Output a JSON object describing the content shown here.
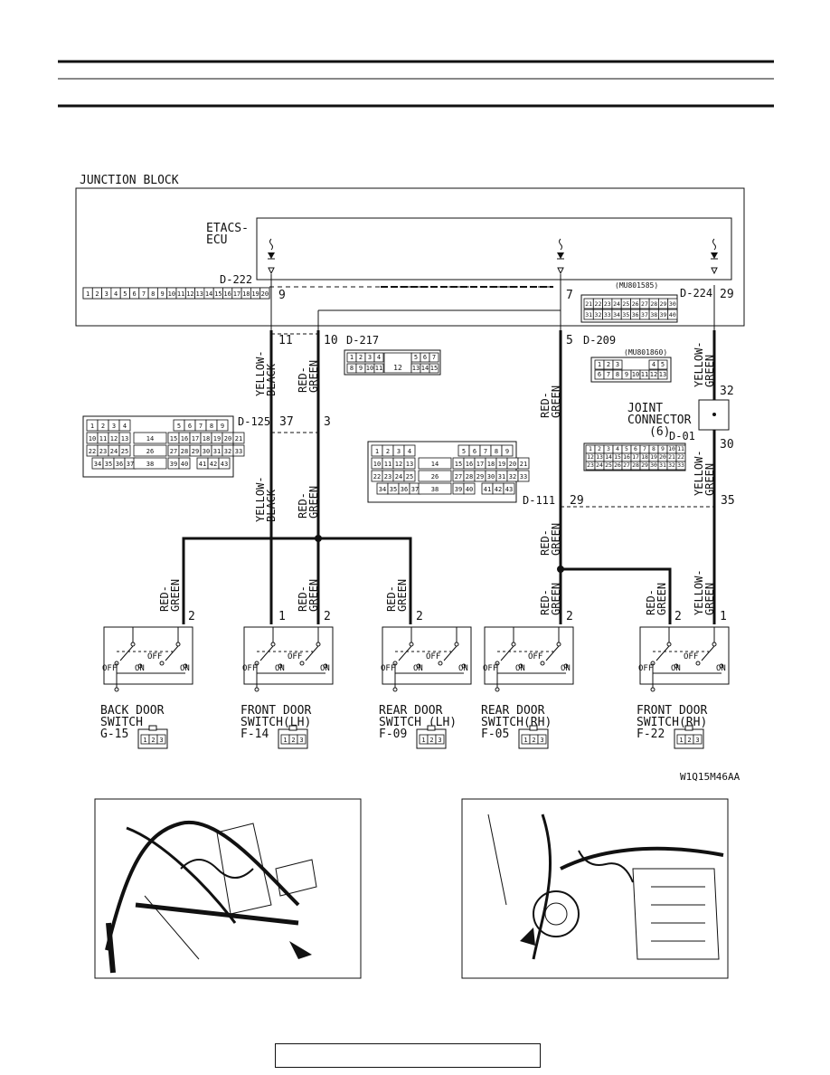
{
  "junction_block": {
    "title": "JUNCTION BLOCK",
    "ecu_label_1": "ETACS-",
    "ecu_label_2": "ECU",
    "connector_d222": "D-222",
    "connector_d222_pins": [
      "1",
      "2",
      "3",
      "4",
      "5",
      "6",
      "7",
      "8",
      "9",
      "10",
      "11",
      "12",
      "13",
      "14",
      "15",
      "16",
      "17",
      "18",
      "19",
      "20"
    ],
    "connector_d224": "D-224",
    "part_no_top": "(MU801585)",
    "d224_row1": [
      "21",
      "22",
      "23",
      "24",
      "25",
      "26",
      "27",
      "28",
      "29",
      "30"
    ],
    "d224_row2": [
      "31",
      "32",
      "33",
      "34",
      "35",
      "36",
      "37",
      "38",
      "39",
      "40"
    ]
  },
  "pins": {
    "p9": "9",
    "p7": "7",
    "p29": "29",
    "p11": "11",
    "p10": "10",
    "p5": "5",
    "p37": "37",
    "p3": "3",
    "p32": "32",
    "p30": "30",
    "p29b": "29",
    "p35": "35",
    "sw2": "2",
    "sw1": "1"
  },
  "connectors": {
    "d217": "D-217",
    "d217_row1": [
      "1",
      "2",
      "3",
      "4",
      "5",
      "6",
      "7"
    ],
    "d217_mid": "12",
    "d217_row2": [
      "8",
      "9",
      "10",
      "11",
      "13",
      "14",
      "15"
    ],
    "d209": "D-209",
    "part_no_d209": "(MU801860)",
    "d209_row1": [
      "1",
      "2",
      "3",
      "4",
      "5"
    ],
    "d209_row2": [
      "6",
      "7",
      "8",
      "9",
      "10",
      "11",
      "12",
      "13"
    ],
    "d125": "D-125",
    "d111": "D-111",
    "d01": "D-01",
    "joint_1": "JOINT",
    "joint_2": "CONNECTOR",
    "joint_3": "(6)",
    "big_row1": [
      "1",
      "2",
      "3",
      "4",
      "5",
      "6",
      "7",
      "8",
      "9"
    ],
    "big_row2": [
      "10",
      "11",
      "12",
      "13",
      "14",
      "15",
      "16",
      "17",
      "18",
      "19",
      "20",
      "21"
    ],
    "big_row3": [
      "22",
      "23",
      "24",
      "25",
      "26",
      "27",
      "28",
      "29",
      "30",
      "31",
      "32",
      "33"
    ],
    "big_row4": [
      "34",
      "35",
      "36",
      "37",
      "38",
      "39",
      "40",
      "41",
      "42",
      "43"
    ],
    "d01_row1": [
      "1",
      "2",
      "3",
      "4",
      "5",
      "6",
      "7",
      "8",
      "9",
      "10",
      "11"
    ],
    "d01_row2": [
      "12",
      "13",
      "14",
      "15",
      "16",
      "17",
      "18",
      "19",
      "20",
      "21",
      "22"
    ],
    "d01_row3": [
      "23",
      "24",
      "25",
      "26",
      "27",
      "28",
      "29",
      "30",
      "31",
      "32",
      "33"
    ]
  },
  "wires": {
    "yellow_black_1": "YELLOW-",
    "yellow_black_2": "BLACK",
    "red_green_1": "RED-",
    "red_green_2": "GREEN",
    "yellow_green_1": "YELLOW-",
    "yellow_green_2": "GREEN"
  },
  "switch": {
    "off": "OFF",
    "on": "ON",
    "plug_pins": [
      "1",
      "2",
      "3"
    ]
  },
  "switches": [
    {
      "line1": "BACK DOOR",
      "line2": "SWITCH",
      "code": "G-15"
    },
    {
      "line1": "FRONT DOOR",
      "line2": "SWITCH(LH)",
      "code": "F-14"
    },
    {
      "line1": "REAR DOOR",
      "line2": "SWITCH (LH)",
      "code": "F-09"
    },
    {
      "line1": "REAR DOOR",
      "line2": "SWITCH(RH)",
      "code": "F-05"
    },
    {
      "line1": "FRONT DOOR",
      "line2": "SWITCH(RH)",
      "code": "F-22"
    }
  ],
  "figure_code": "W1Q15M46AA"
}
